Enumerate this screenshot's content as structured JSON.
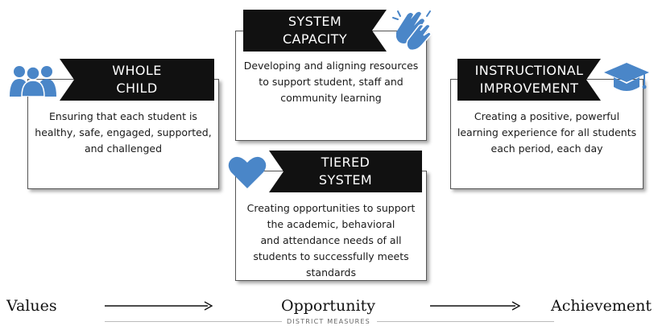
{
  "whole_child": {
    "title": [
      "WHOLE",
      "CHILD"
    ],
    "description": [
      "Ensuring that each student is",
      "healthy, safe, engaged, supported,",
      "and challenged"
    ],
    "icon": "people-group-icon"
  },
  "system_capacity": {
    "title": [
      "SYSTEM",
      "CAPACITY"
    ],
    "description": [
      "Developing and aligning resources",
      "to support student, staff and",
      "community learning"
    ],
    "icon": "clapping-hands-icon"
  },
  "instructional_improvement": {
    "title": [
      "INSTRUCTIONAL",
      "IMPROVEMENT"
    ],
    "description": [
      "Creating a positive, powerful",
      "learning experience for all students",
      "each period, each day"
    ],
    "icon": "graduation-cap-icon"
  },
  "tiered_system": {
    "title": [
      "TIERED",
      "SYSTEM"
    ],
    "description": [
      "Creating opportunities to support",
      "the academic, behavioral",
      "and attendance needs of all",
      "students to successfully meets",
      "standards"
    ],
    "icon": "heart-icon"
  },
  "continuum": {
    "values": "Values",
    "opportunity": "Opportunity",
    "achievement": "Achievement",
    "district_measures": "DISTRICT MEASURES"
  },
  "colors": {
    "accent_blue": "#4a86c8",
    "banner_black": "#111111"
  }
}
